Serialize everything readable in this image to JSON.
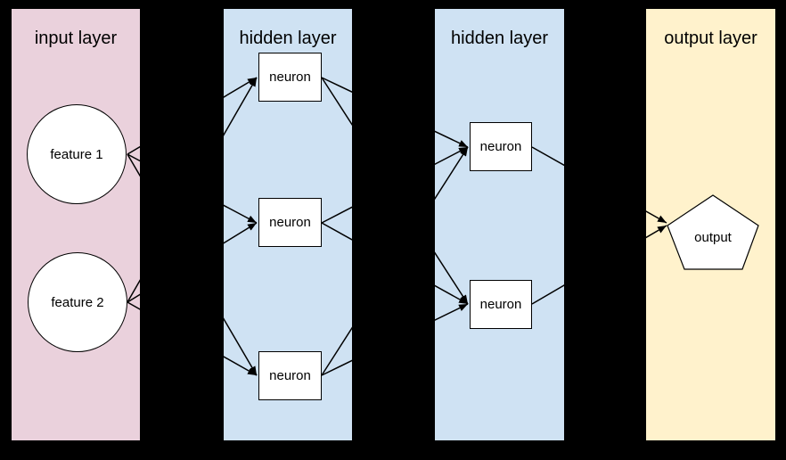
{
  "background_color": "#000000",
  "node_style": {
    "fill": "#ffffff",
    "stroke": "#000000"
  },
  "layers": [
    {
      "title": "input layer",
      "panel_color": "#ead1dc",
      "nodes": [
        {
          "id": "f1",
          "label": "feature 1",
          "shape": "circle"
        },
        {
          "id": "f2",
          "label": "feature 2",
          "shape": "circle"
        }
      ]
    },
    {
      "title": "hidden layer",
      "panel_color": "#cfe2f3",
      "nodes": [
        {
          "id": "h1n1",
          "label": "neuron",
          "shape": "rect"
        },
        {
          "id": "h1n2",
          "label": "neuron",
          "shape": "rect"
        },
        {
          "id": "h1n3",
          "label": "neuron",
          "shape": "rect"
        }
      ]
    },
    {
      "title": "hidden layer",
      "panel_color": "#cfe2f3",
      "nodes": [
        {
          "id": "h2n1",
          "label": "neuron",
          "shape": "rect"
        },
        {
          "id": "h2n2",
          "label": "neuron",
          "shape": "rect"
        }
      ]
    },
    {
      "title": "output layer",
      "panel_color": "#fff2cc",
      "nodes": [
        {
          "id": "out",
          "label": "output",
          "shape": "pentagon"
        }
      ]
    }
  ],
  "edges": [
    {
      "from": "f1",
      "to": "h1n1"
    },
    {
      "from": "f1",
      "to": "h1n2"
    },
    {
      "from": "f1",
      "to": "h1n3"
    },
    {
      "from": "f2",
      "to": "h1n1"
    },
    {
      "from": "f2",
      "to": "h1n2"
    },
    {
      "from": "f2",
      "to": "h1n3"
    },
    {
      "from": "h1n1",
      "to": "h2n1"
    },
    {
      "from": "h1n1",
      "to": "h2n2"
    },
    {
      "from": "h1n2",
      "to": "h2n1"
    },
    {
      "from": "h1n2",
      "to": "h2n2"
    },
    {
      "from": "h1n3",
      "to": "h2n1"
    },
    {
      "from": "h1n3",
      "to": "h2n2"
    },
    {
      "from": "h2n1",
      "to": "out"
    },
    {
      "from": "h2n2",
      "to": "out"
    }
  ]
}
